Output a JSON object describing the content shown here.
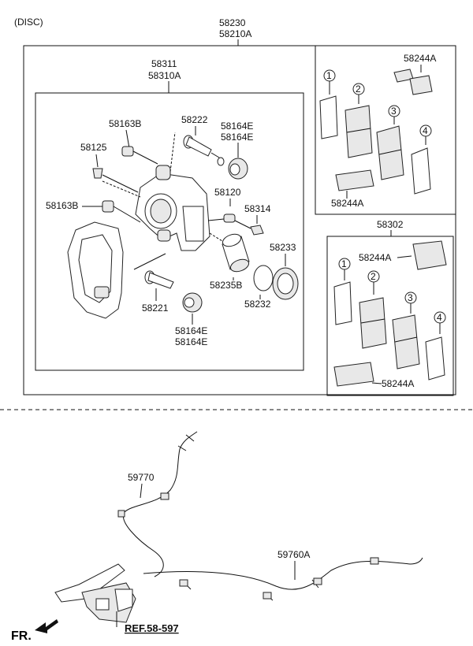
{
  "header": {
    "disc_label": "(DISC)"
  },
  "assembly": {
    "code_a": "58230",
    "code_b": "58210A"
  },
  "caliper": {
    "code_a": "58311",
    "code_b": "58310A"
  },
  "labels": {
    "p58163B_top": "58163B",
    "p58222": "58222",
    "p58164E_top_a": "58164E",
    "p58164E_top_b": "58164E",
    "p58125": "58125",
    "p58163B_mid": "58163B",
    "p58120": "58120",
    "p58314": "58314",
    "p58233": "58233",
    "p58235B": "58235B",
    "p58232": "58232",
    "p58221": "58221",
    "p58164E_bot_a": "58164E",
    "p58164E_bot_b": "58164E"
  },
  "front_pads": {
    "clip_top": "58244A",
    "clip_bottom": "58244A",
    "markers": [
      "1",
      "2",
      "3",
      "4"
    ]
  },
  "rear_pads": {
    "code": "58302",
    "clip_top": "58244A",
    "clip_bottom": "58244A",
    "markers": [
      "1",
      "2",
      "3",
      "4"
    ]
  },
  "cables": {
    "cable_a": "59770",
    "cable_b": "59760A",
    "reference": "REF.58-597",
    "direction": "FR."
  }
}
